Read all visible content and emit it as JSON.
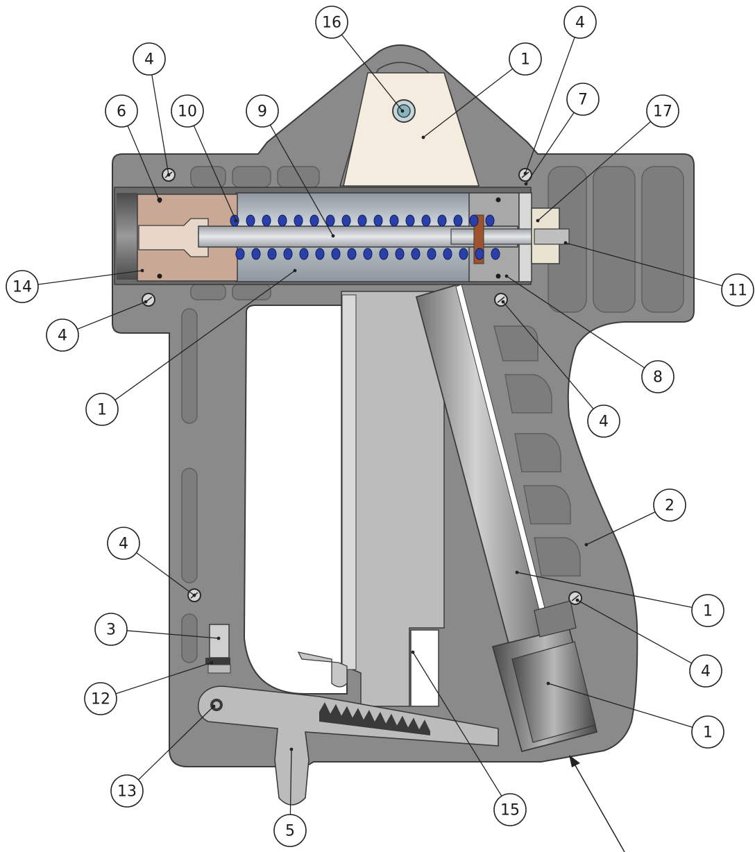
{
  "diagram": {
    "type": "cutaway-assembly",
    "subject": "spray gun section view",
    "colors": {
      "body": "#8a8a8a",
      "body_edge": "#3a3a3a",
      "pocket": "#7d7d7d",
      "tube": "#b4bcc4",
      "tube_dark": "#8e979f",
      "spring": "#2b3fa8",
      "rod": "#c8ccd0",
      "nozzle": "#c9a896",
      "plate": "#f3ecdf",
      "lever": "#bcbcbc",
      "copper": "#a0522d",
      "white_cut": "#ffffff"
    },
    "callouts": [
      {
        "label": "16"
      },
      {
        "label": "4"
      },
      {
        "label": "1"
      },
      {
        "label": "4"
      },
      {
        "label": "7"
      },
      {
        "label": "17"
      },
      {
        "label": "6"
      },
      {
        "label": "10"
      },
      {
        "label": "9"
      },
      {
        "label": "14"
      },
      {
        "label": "11"
      },
      {
        "label": "4"
      },
      {
        "label": "8"
      },
      {
        "label": "1"
      },
      {
        "label": "4"
      },
      {
        "label": "2"
      },
      {
        "label": "4"
      },
      {
        "label": "1"
      },
      {
        "label": "3"
      },
      {
        "label": "4"
      },
      {
        "label": "12"
      },
      {
        "label": "1"
      },
      {
        "label": "13"
      },
      {
        "label": "15"
      },
      {
        "label": "5"
      }
    ]
  }
}
